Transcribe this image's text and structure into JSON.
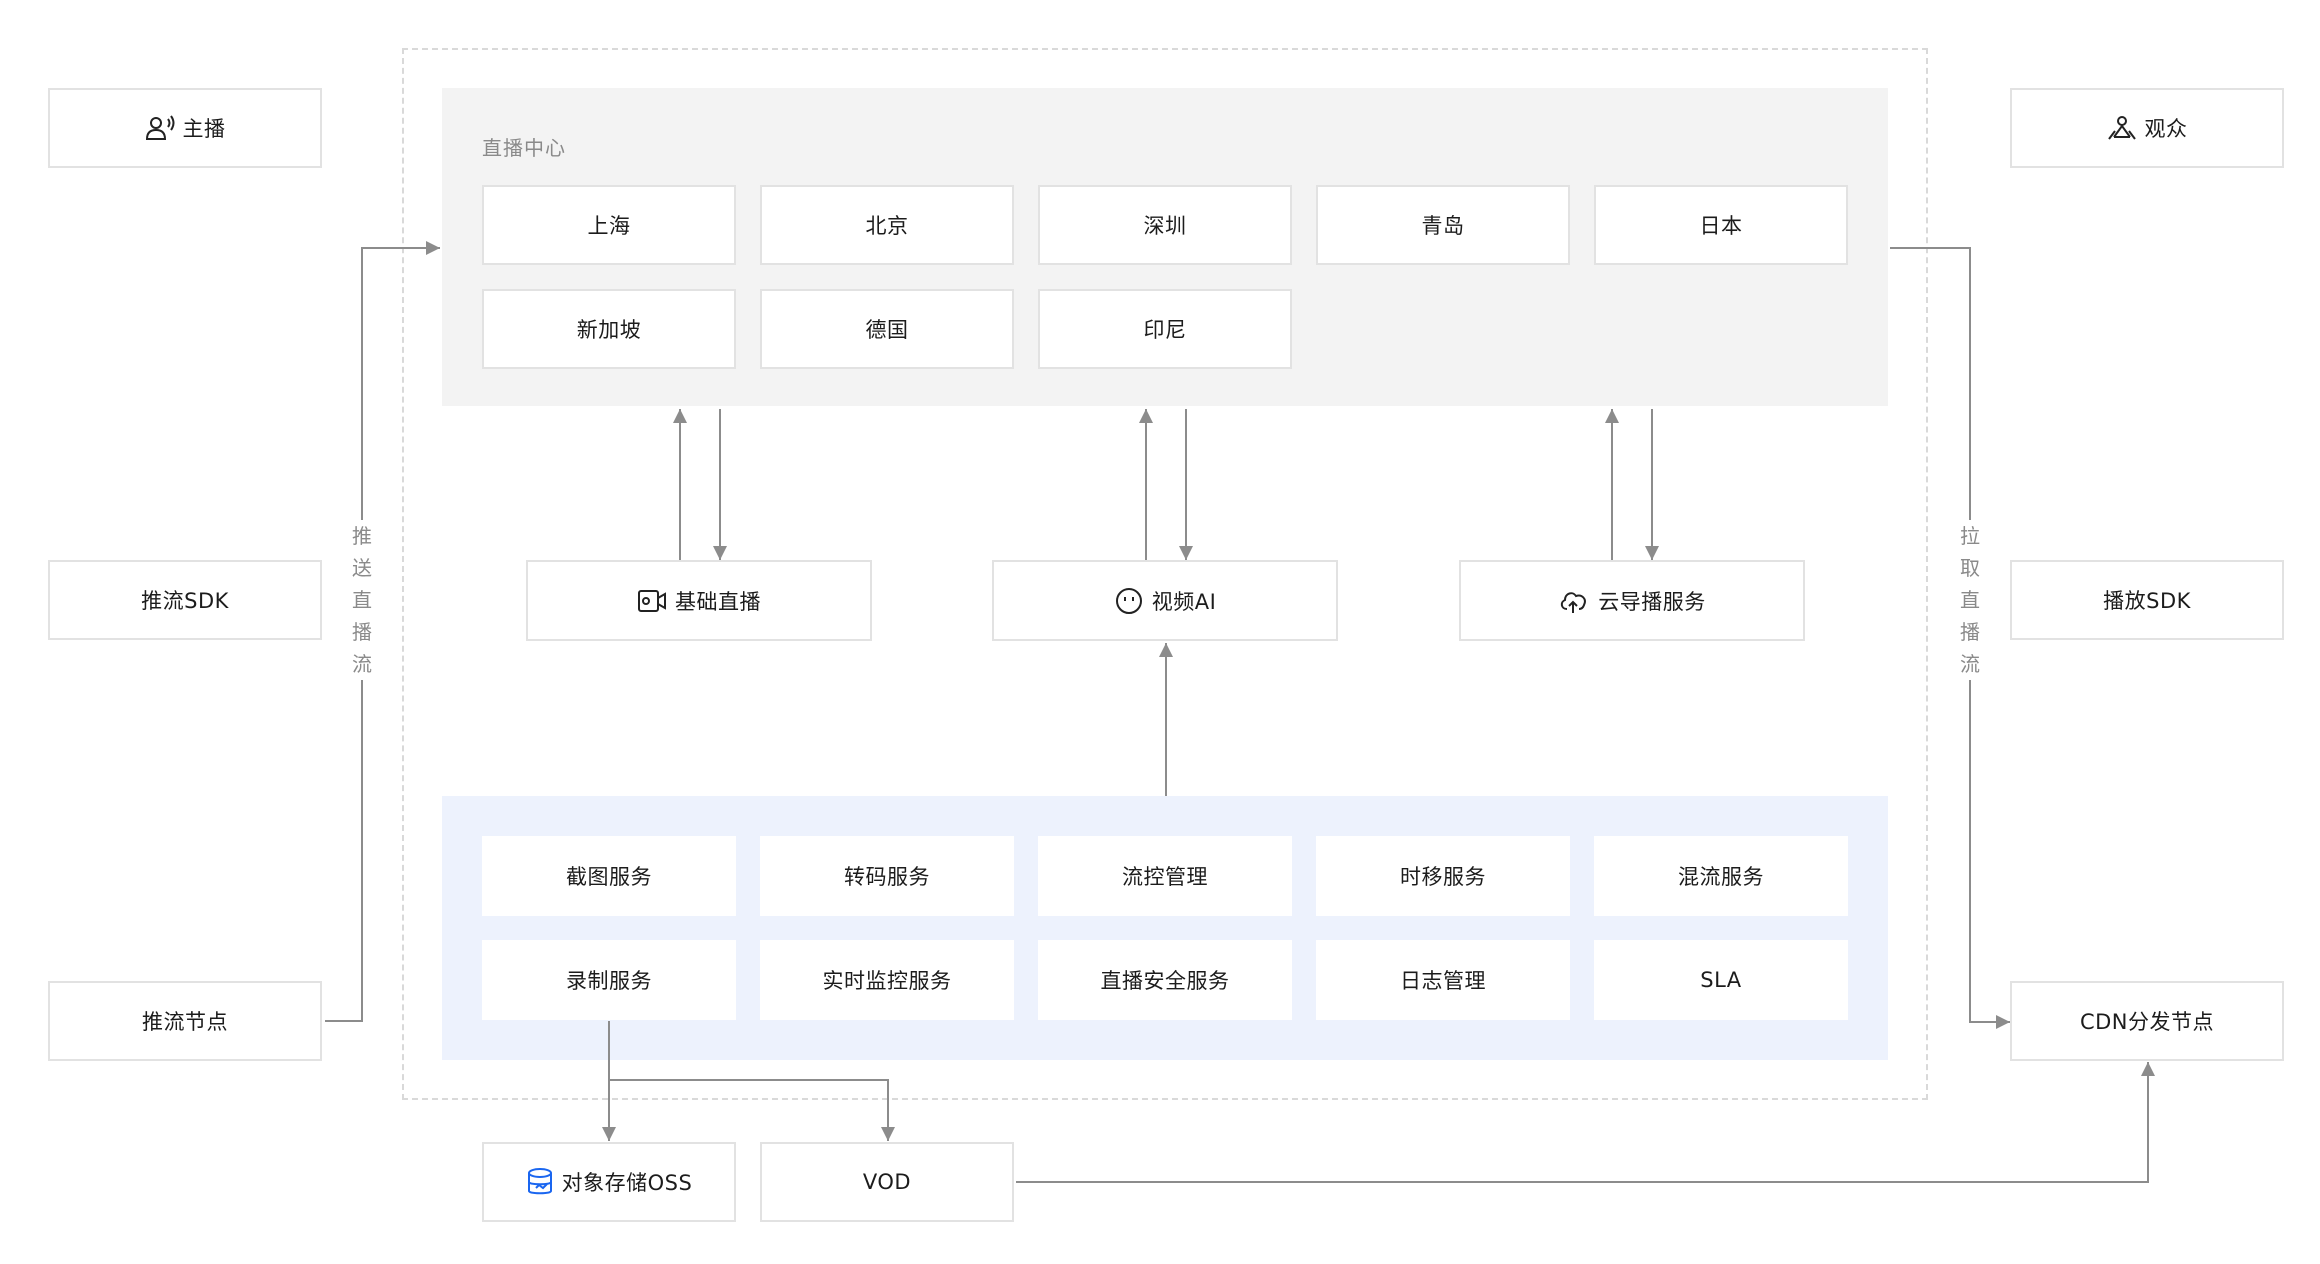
{
  "anchor": "主播",
  "audience": "观众",
  "push_sdk": "推流SDK",
  "push_node": "推流节点",
  "play_sdk": "播放SDK",
  "cdn_node": "CDN分发节点",
  "push_label": "推送直播流",
  "pull_label": "拉取直播流",
  "live_center": {
    "title": "直播中心",
    "regions": [
      "上海",
      "北京",
      "深圳",
      "青岛",
      "日本",
      "新加坡",
      "德国",
      "印尼"
    ]
  },
  "middle": {
    "basic_live": "基础直播",
    "video_ai": "视频AI",
    "cloud_director": "云导播服务"
  },
  "services": [
    "截图服务",
    "转码服务",
    "流控管理",
    "时移服务",
    "混流服务",
    "录制服务",
    "实时监控服务",
    "直播安全服务",
    "日志管理",
    "SLA"
  ],
  "storage": {
    "oss": "对象存储OSS",
    "vod": "VOD"
  },
  "colors": {
    "line": "#8c8c8c",
    "oss_icon": "#1a66f0"
  }
}
